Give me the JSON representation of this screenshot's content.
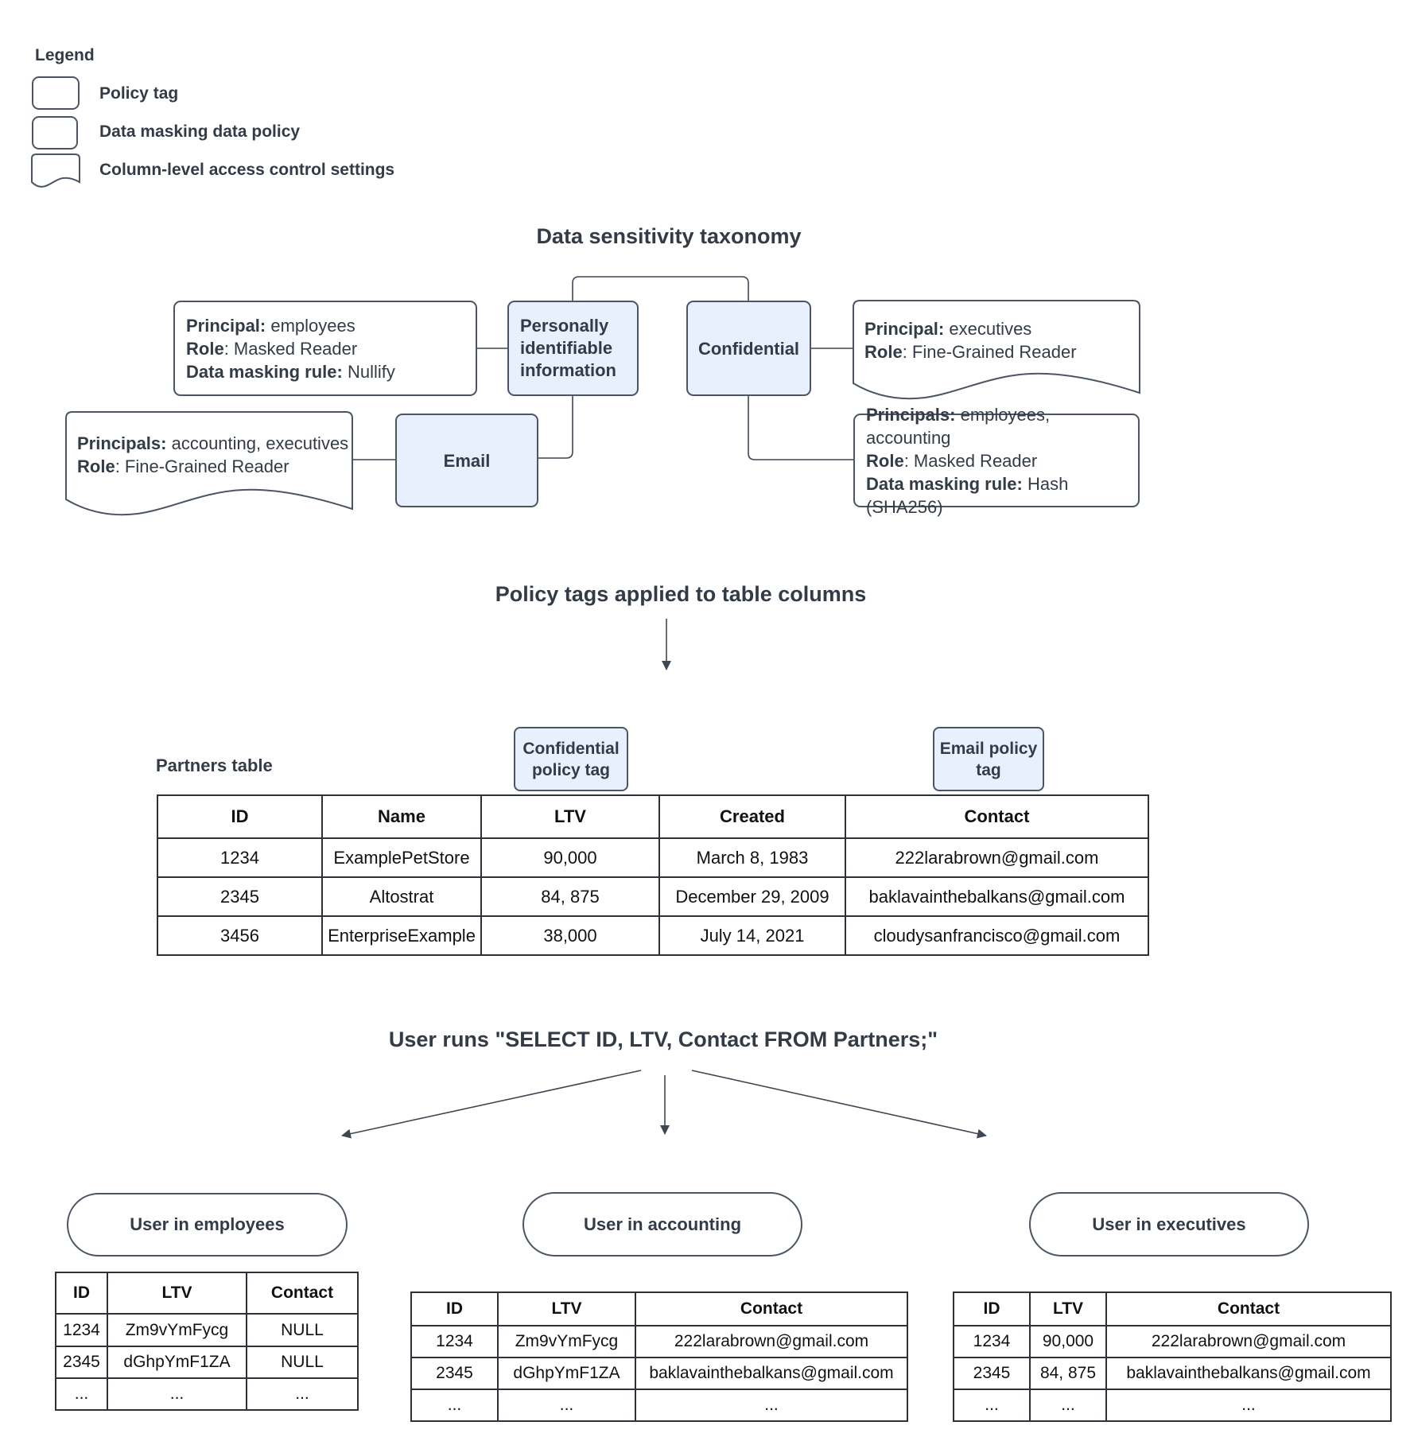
{
  "legend": {
    "title": "Legend",
    "items": [
      {
        "label": "Policy tag"
      },
      {
        "label": "Data masking data policy"
      },
      {
        "label": "Column-level access control settings"
      }
    ]
  },
  "taxonomy": {
    "title": "Data sensitivity taxonomy",
    "tags": {
      "pii": "Personally identifiable information",
      "confidential": "Confidential",
      "email": "Email"
    },
    "policies": {
      "pii_masking": {
        "lines": [
          [
            "Principal:",
            " employees"
          ],
          [
            "Role",
            ": Masked Reader"
          ],
          [
            "Data masking rule:",
            " Nullify"
          ]
        ]
      },
      "confidential_access": {
        "lines": [
          [
            "Principal:",
            " executives"
          ],
          [
            "Role",
            ": Fine-Grained Reader"
          ]
        ]
      },
      "email_access": {
        "lines": [
          [
            "Principals:",
            " accounting, executives"
          ],
          [
            "Role",
            ": Fine-Grained Reader"
          ]
        ]
      },
      "confidential_masking": {
        "lines": [
          [
            "Principals:",
            " employees, accounting"
          ],
          [
            "Role",
            ": Masked Reader"
          ],
          [
            "Data masking rule:",
            " Hash (SHA256)"
          ]
        ]
      }
    }
  },
  "applied": {
    "title": "Policy tags applied to table columns",
    "table_label": "Partners table",
    "confidential_tag": "Confidential policy tag",
    "email_tag": "Email policy tag",
    "table": {
      "headers": [
        "ID",
        "Name",
        "LTV",
        "Created",
        "Contact"
      ],
      "rows": [
        [
          "1234",
          "ExamplePetStore",
          "90,000",
          "March 8, 1983",
          "222larabrown@gmail.com"
        ],
        [
          "2345",
          "Altostrat",
          "84, 875",
          "December 29, 2009",
          "baklavainthebalkans@gmail.com"
        ],
        [
          "3456",
          "EnterpriseExample",
          "38,000",
          "July 14, 2021",
          "cloudysanfrancisco@gmail.com"
        ]
      ]
    }
  },
  "query": {
    "title": "User runs \"SELECT ID, LTV, Contact FROM Partners;\""
  },
  "results": [
    {
      "user": "User in employees",
      "headers": [
        "ID",
        "LTV",
        "Contact"
      ],
      "rows": [
        [
          "1234",
          "Zm9vYmFycg",
          "NULL"
        ],
        [
          "2345",
          "dGhpYmF1ZA",
          "NULL"
        ],
        [
          "...",
          "...",
          "..."
        ]
      ]
    },
    {
      "user": "User in accounting",
      "headers": [
        "ID",
        "LTV",
        "Contact"
      ],
      "rows": [
        [
          "1234",
          "Zm9vYmFycg",
          "222larabrown@gmail.com"
        ],
        [
          "2345",
          "dGhpYmF1ZA",
          "baklavainthebalkans@gmail.com"
        ],
        [
          "...",
          "...",
          "..."
        ]
      ]
    },
    {
      "user": "User in executives",
      "headers": [
        "ID",
        "LTV",
        "Contact"
      ],
      "rows": [
        [
          "1234",
          "90,000",
          "222larabrown@gmail.com"
        ],
        [
          "2345",
          "84, 875",
          "baklavainthebalkans@gmail.com"
        ],
        [
          "...",
          "...",
          "..."
        ]
      ]
    }
  ],
  "colors": {
    "policy_tag_fill": "#e8f0fe",
    "shape_border": "#4b5563",
    "diagram_text": "#333b47",
    "table_border": "#2d3238",
    "table_text": "#111111",
    "connector": "#3f4753"
  }
}
